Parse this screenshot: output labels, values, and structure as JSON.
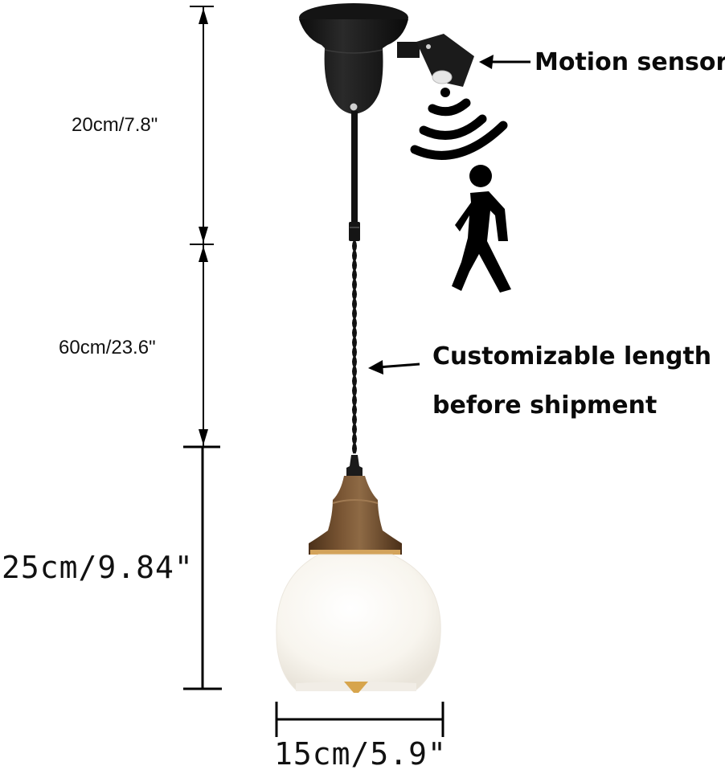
{
  "dimensions": {
    "canopy_height": "20cm/7.8\"",
    "cable_length": "60cm/23.6\"",
    "shade_height": "25cm/9.84\"",
    "shade_width": "15cm/5.9\""
  },
  "callouts": {
    "motion_sensor": "Motion sensor",
    "custom_length_line1": "Customizable length",
    "custom_length_line2": "before shipment"
  },
  "icons": {
    "sensor_waves": "wifi-signal-icon",
    "walking_person": "walking-person-icon"
  },
  "colors": {
    "canopy": "#111111",
    "shade_cap": "#6b4a2b",
    "shade_glass": "#f7f4ef",
    "text": "#111111"
  }
}
